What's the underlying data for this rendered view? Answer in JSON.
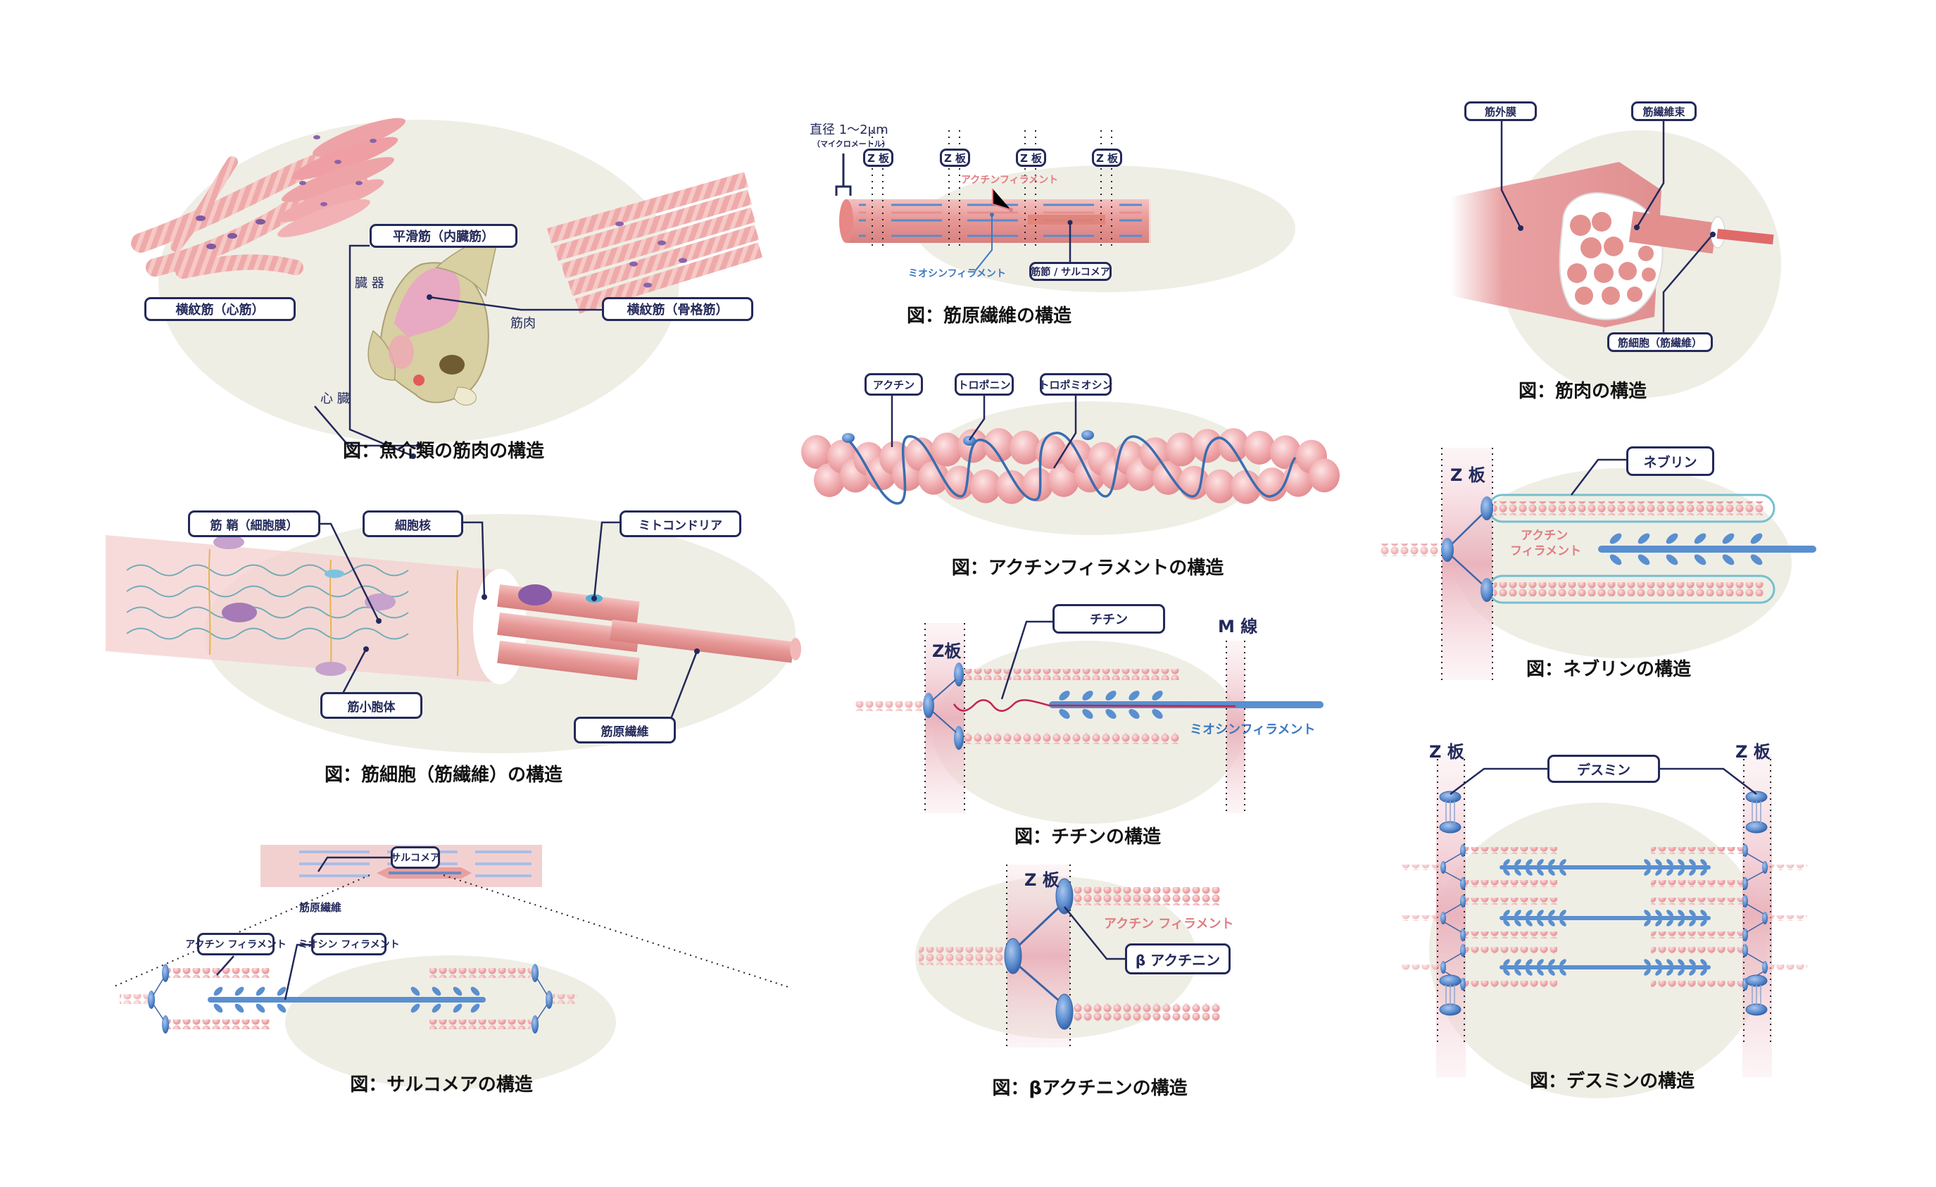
{
  "colors": {
    "label_border": "#23295a",
    "caption_text": "#111111",
    "backdrop_ellipse": "#efeee5",
    "muscle_pink": "#e9a1a2",
    "muscle_deep": "#d97775",
    "actin_pink": "#f0b8bb",
    "myosin_blue": "#4c84c9",
    "z_band": "#f3cfd6",
    "actin_text": "#e07d82",
    "myosin_text": "#3b78c2"
  },
  "figures": {
    "fish": {
      "caption": "図：魚介類の筋肉の構造",
      "labels": {
        "smooth": "平滑筋（内臓筋）",
        "cardiac": "横紋筋（心筋）",
        "skeletal": "横紋筋（骨格筋）",
        "organ": "臓 器",
        "muscle": "筋肉",
        "heart": "心 臓"
      }
    },
    "myofibril": {
      "caption": "図：筋原繊維の構造",
      "diameter": "直径 1〜2μm",
      "diameter_unit": "（マイクロメートル）",
      "z_labels": [
        "Z 板",
        "Z 板",
        "Z 板",
        "Z 板"
      ],
      "actin": "アクチンフィラメント",
      "myosin": "ミオシンフィラメント",
      "sarcomere": "筋節 / サルコメア"
    },
    "muscle": {
      "caption": "図：筋肉の構造",
      "labels": {
        "epimysium": "筋外膜",
        "fascicle": "筋繊維束",
        "fiber": "筋細胞（筋繊維）"
      }
    },
    "muscle_cell": {
      "caption": "図：筋細胞（筋繊維）の構造",
      "labels": {
        "sarcolemma": "筋 鞘（細胞膜）",
        "nucleus": "細胞核",
        "mitochondria": "ミトコンドリア",
        "sr": "筋小胞体",
        "myofibril": "筋原繊維"
      }
    },
    "actin_filament": {
      "caption": "図：アクチンフィラメントの構造",
      "labels": {
        "actin": "アクチン",
        "troponin": "トロポニン",
        "tropomyosin": "トロポミオシン"
      }
    },
    "nebulin": {
      "caption": "図：ネブリンの構造",
      "z": "Z 板",
      "nebulin": "ネブリン",
      "actin_line1": "アクチン",
      "actin_line2": "フィラメント"
    },
    "titin": {
      "caption": "図：チチンの構造",
      "z": "Z板",
      "m": "M 線",
      "titin": "チチン",
      "myosin": "ミオシンフィラメント"
    },
    "sarcomere": {
      "caption": "図：サルコメアの構造",
      "sarcomere": "サルコメア",
      "myofibril": "筋原繊維",
      "actin": "アクチン フィラメント",
      "myosin": "ミオシン フィラメント"
    },
    "actinin": {
      "caption": "図：βアクチニンの構造",
      "z": "Z 板",
      "actin": "アクチン フィラメント",
      "actinin": "β アクチニン"
    },
    "desmin": {
      "caption": "図：デスミンの構造",
      "z_left": "Z 板",
      "z_right": "Z 板",
      "desmin": "デスミン"
    }
  }
}
